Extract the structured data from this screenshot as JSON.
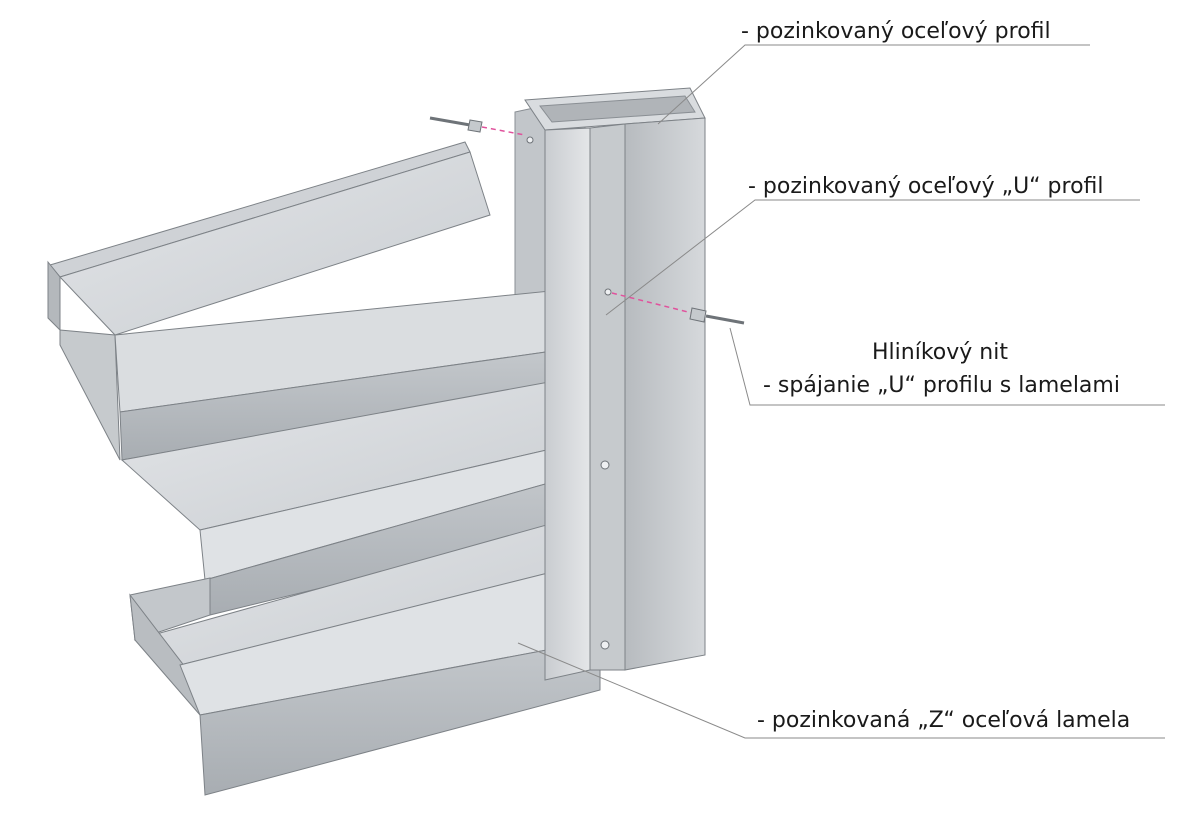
{
  "labels": {
    "profile": "- pozinkovaný oceľový profil",
    "u_profile": "- pozinkovaný oceľový „U“ profil",
    "rivet_title": "Hliníkový nit",
    "rivet_desc": "- spájanie „U“ profilu s lamelami",
    "z_lamella": "- pozinkovaná „Z“ oceľová lamela"
  },
  "colors": {
    "leader_line": "#8a8a8a",
    "rivet_dash": "#e0529c",
    "steel_light": "#d9dcdf",
    "steel_mid": "#bfc3c7",
    "steel_dark": "#9ea3a8",
    "steel_edge": "#7d8287"
  }
}
